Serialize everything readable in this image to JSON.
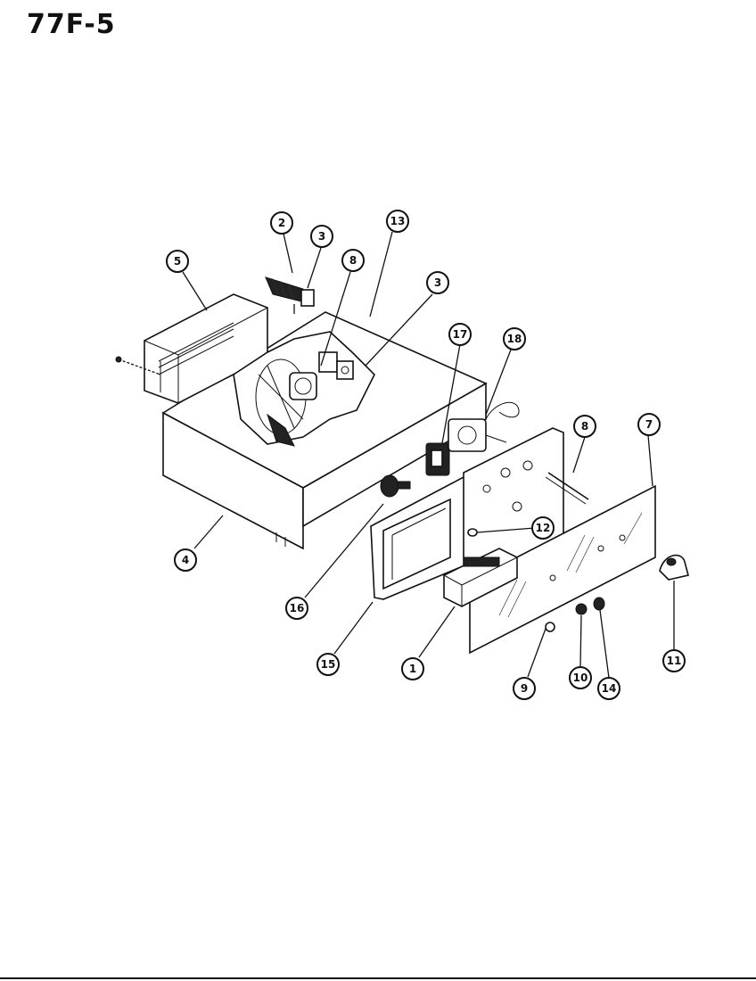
{
  "title": "77F-5",
  "callouts": [
    {
      "id": "c1",
      "label": "1"
    },
    {
      "id": "c2",
      "label": "2"
    },
    {
      "id": "c3a",
      "label": "3"
    },
    {
      "id": "c3b",
      "label": "3"
    },
    {
      "id": "c4",
      "label": "4"
    },
    {
      "id": "c5",
      "label": "5"
    },
    {
      "id": "c7",
      "label": "7"
    },
    {
      "id": "c8a",
      "label": "8"
    },
    {
      "id": "c8b",
      "label": "8"
    },
    {
      "id": "c9",
      "label": "9"
    },
    {
      "id": "c10",
      "label": "10"
    },
    {
      "id": "c11",
      "label": "11"
    },
    {
      "id": "c12",
      "label": "12"
    },
    {
      "id": "c13",
      "label": "13"
    },
    {
      "id": "c14",
      "label": "14"
    },
    {
      "id": "c15",
      "label": "15"
    },
    {
      "id": "c16",
      "label": "16"
    },
    {
      "id": "c17",
      "label": "17"
    },
    {
      "id": "c18",
      "label": "18"
    }
  ]
}
